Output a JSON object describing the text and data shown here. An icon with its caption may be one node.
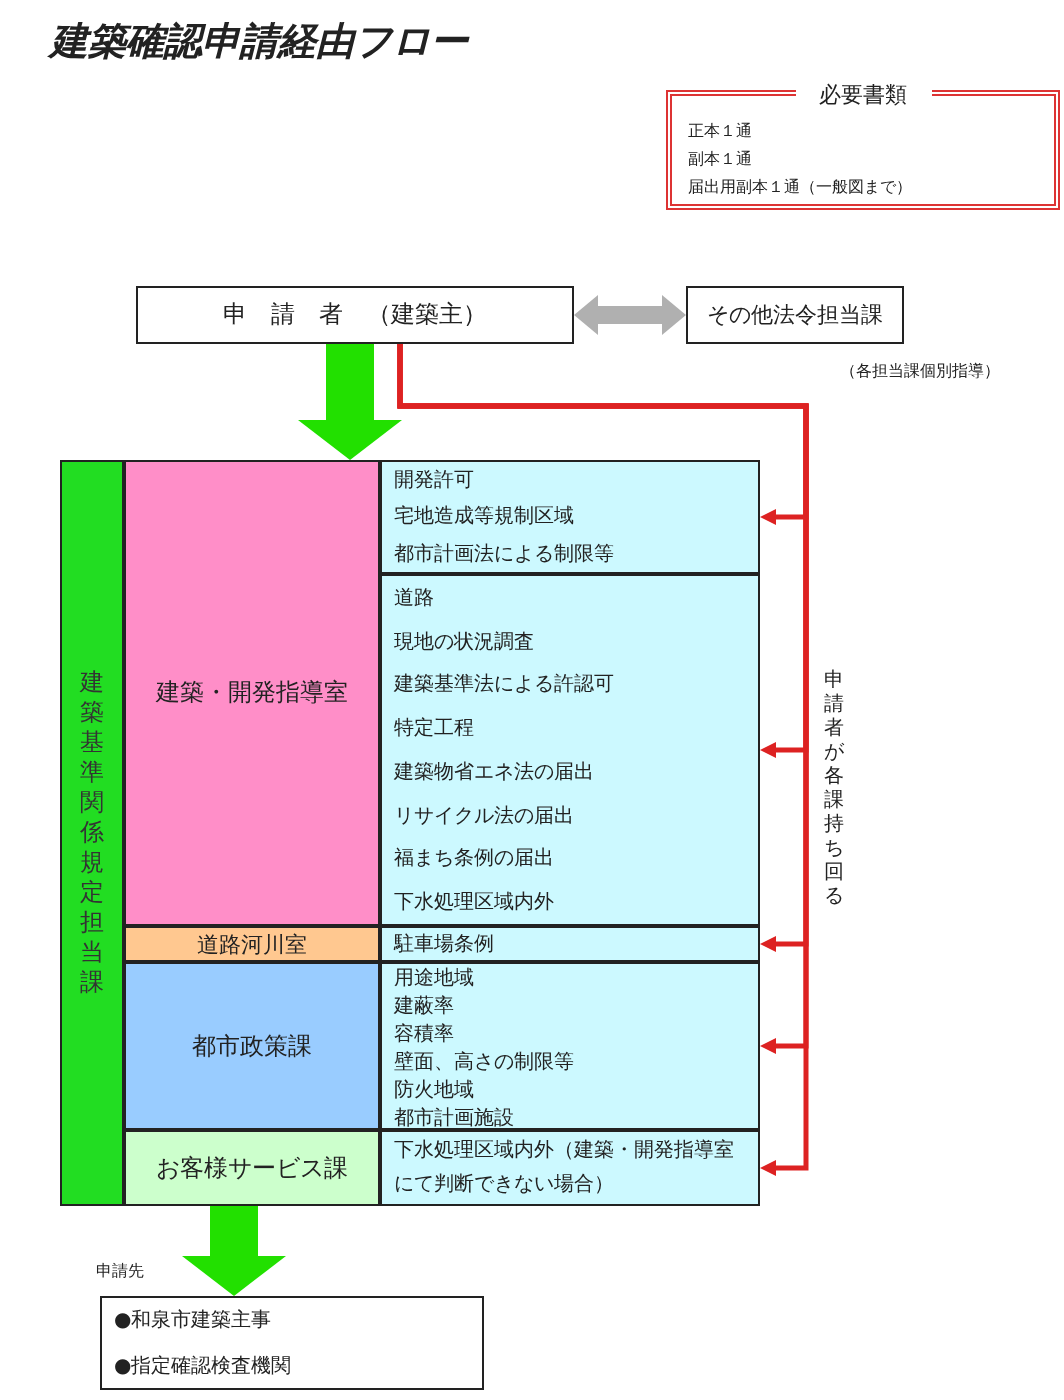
{
  "diagram": {
    "title": "建築確認申請経由フロー",
    "nodes": [
      {
        "text": [
          "申　請　者　（建築主）"
        ]
      },
      {
        "text": [
          "その他法令担当課"
        ],
        "beside": [
          "（各担当課個別指導）"
        ]
      },
      {
        "text": [
          "必要書類",
          "正本１通",
          "副本１通",
          "届出用副本１通（一般図まで）"
        ]
      },
      {
        "text": [
          "建築基準関係規定担当課"
        ]
      },
      {
        "text": [
          "建築・開発指導室"
        ]
      },
      {
        "text": [
          "開発許可",
          "宅地造成等規制区域",
          "都市計画法による制限等"
        ]
      },
      {
        "text": [
          "道路",
          "現地の状況調査",
          "建築基準法による許認可",
          "特定工程",
          "建築物省エネ法の届出",
          "リサイクル法の届出",
          "福まち条例の届出",
          "下水処理区域内外"
        ]
      },
      {
        "text": [
          "道路河川室"
        ]
      },
      {
        "text": [
          "駐車場条例"
        ]
      },
      {
        "text": [
          "都市政策課"
        ]
      },
      {
        "text": [
          "用途地域",
          "建蔽率",
          "容積率",
          "壁面、高さの制限等",
          "防火地域",
          "都市計画施設"
        ]
      },
      {
        "text": [
          "お客様サービス課"
        ]
      },
      {
        "text": [
          "下水処理区域内外（建築・開発指導室にて判断できない場合）"
        ]
      },
      {
        "text": [
          "●和泉市建築主事",
          "●指定確認検査機関"
        ],
        "beside": [
          "申請先"
        ]
      }
    ],
    "edges": [
      {
        "from": 0,
        "to": 1,
        "arrow": "both",
        "style": "thick",
        "color": "#b0b0b0"
      },
      {
        "from": 0,
        "to": 4,
        "arrow": "to",
        "style": "thick",
        "color": "#22e000"
      },
      {
        "from": 0,
        "to": 5,
        "arrow": "to"
      },
      {
        "from": 0,
        "to": 6,
        "arrow": "to"
      },
      {
        "from": 0,
        "to": 8,
        "arrow": "to"
      },
      {
        "from": 0,
        "to": 10,
        "arrow": "to"
      },
      {
        "from": 0,
        "to": 12,
        "arrow": "to"
      },
      {
        "from": 11,
        "to": 13,
        "arrow": "to",
        "style": "thick",
        "color": "#22e000"
      }
    ],
    "labels": [
      "申請者が各課持ち回る"
    ]
  }
}
